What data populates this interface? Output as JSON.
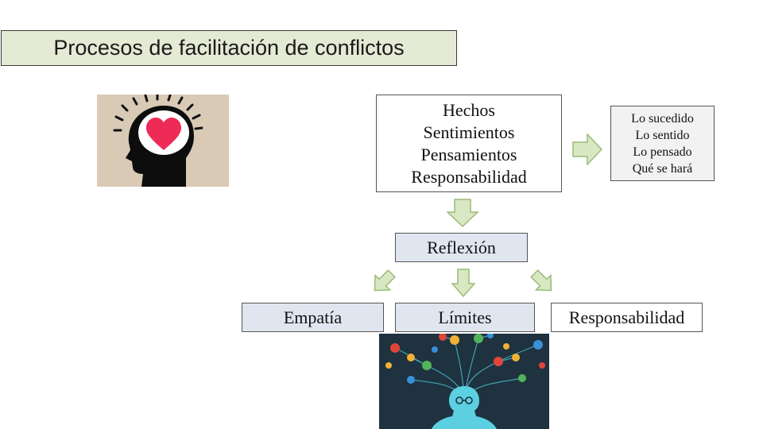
{
  "title": "Procesos de facilitación de conflictos",
  "main_box": {
    "lines": [
      "Hechos",
      "Sentimientos",
      "Pensamientos",
      "Responsabilidad"
    ]
  },
  "side_box": {
    "lines": [
      "Lo sucedido",
      "Lo sentido",
      "Lo pensado",
      "Qué se hará"
    ]
  },
  "reflexion": "Reflexión",
  "outcomes": {
    "empatia": "Empatía",
    "limites": "Límites",
    "responsabilidad": "Responsabilidad"
  },
  "colors": {
    "title_fill": "#e4ead4",
    "box_fill": "#dfe6f0",
    "arrow_fill": "#d8e8c2",
    "arrow_stroke": "#9bbb7a"
  }
}
